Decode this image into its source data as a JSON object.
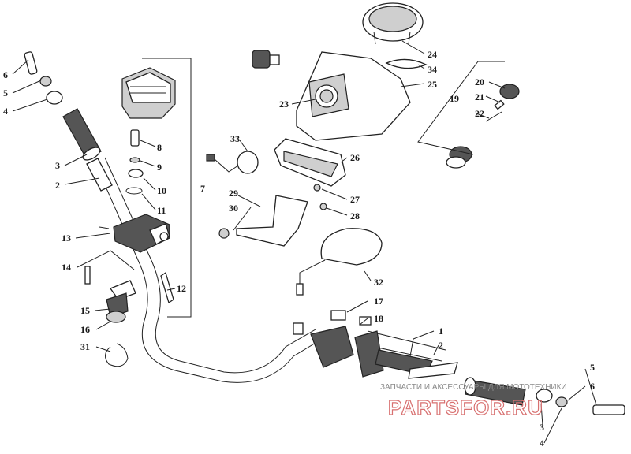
{
  "callouts": [
    {
      "id": "c6a",
      "text": "6"
    },
    {
      "id": "c5a",
      "text": "5"
    },
    {
      "id": "c4a",
      "text": "4"
    },
    {
      "id": "c3a",
      "text": "3"
    },
    {
      "id": "c2a",
      "text": "2"
    },
    {
      "id": "c13",
      "text": "13"
    },
    {
      "id": "c14",
      "text": "14"
    },
    {
      "id": "c15",
      "text": "15"
    },
    {
      "id": "c16",
      "text": "16"
    },
    {
      "id": "c31",
      "text": "31"
    },
    {
      "id": "c8",
      "text": "8"
    },
    {
      "id": "c9",
      "text": "9"
    },
    {
      "id": "c10",
      "text": "10"
    },
    {
      "id": "c11",
      "text": "11"
    },
    {
      "id": "c7",
      "text": "7"
    },
    {
      "id": "c12",
      "text": "12"
    },
    {
      "id": "c33",
      "text": "33"
    },
    {
      "id": "c29",
      "text": "29"
    },
    {
      "id": "c30",
      "text": "30"
    },
    {
      "id": "c23",
      "text": "23"
    },
    {
      "id": "c24",
      "text": "24"
    },
    {
      "id": "c34",
      "text": "34"
    },
    {
      "id": "c25",
      "text": "25"
    },
    {
      "id": "c26",
      "text": "26"
    },
    {
      "id": "c27",
      "text": "27"
    },
    {
      "id": "c28",
      "text": "28"
    },
    {
      "id": "c20",
      "text": "20"
    },
    {
      "id": "c21",
      "text": "21"
    },
    {
      "id": "c19",
      "text": "19"
    },
    {
      "id": "c22",
      "text": "22"
    },
    {
      "id": "c32",
      "text": "32"
    },
    {
      "id": "c17",
      "text": "17"
    },
    {
      "id": "c18",
      "text": "18"
    },
    {
      "id": "c1",
      "text": "1"
    },
    {
      "id": "c2b",
      "text": "2"
    },
    {
      "id": "c5b",
      "text": "5"
    },
    {
      "id": "c6b",
      "text": "6"
    },
    {
      "id": "c3b",
      "text": "3"
    },
    {
      "id": "c4b",
      "text": "4"
    }
  ],
  "watermark": {
    "caption": "ЗАПЧАСТИ И АКСЕССУАРЫ ДЛЯ МОТОТЕХНИКИ",
    "brand": "PARTSFOR.RU"
  }
}
